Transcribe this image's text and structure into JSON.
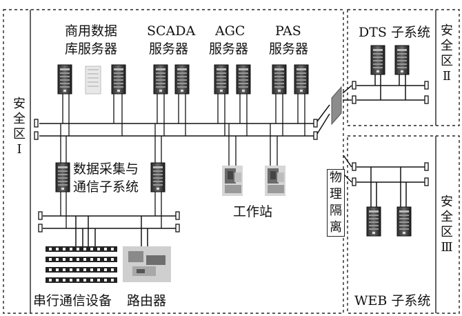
{
  "zones": {
    "zone1_label": "安全区Ⅰ",
    "zone2_label": "安全区Ⅱ",
    "zone3_label": "安全区Ⅲ"
  },
  "servers": {
    "commercial_db_line1": "商用数据",
    "commercial_db_line2": "库服务器",
    "scada_line1": "SCADA",
    "scada_line2": "服务器",
    "agc_line1": "AGC",
    "agc_line2": "服务器",
    "pas_line1": "PAS",
    "pas_line2": "服务器"
  },
  "subsystems": {
    "data_acq_line1": "数据采集与",
    "data_acq_line2": "通信子系统",
    "workstation": "工作站",
    "serial_comm": "串行通信设备",
    "router": "路由器",
    "dts": "DTS 子系统",
    "web": "WEB 子系统"
  },
  "isolation": {
    "chars": [
      "物",
      "理",
      "隔",
      "离"
    ]
  }
}
